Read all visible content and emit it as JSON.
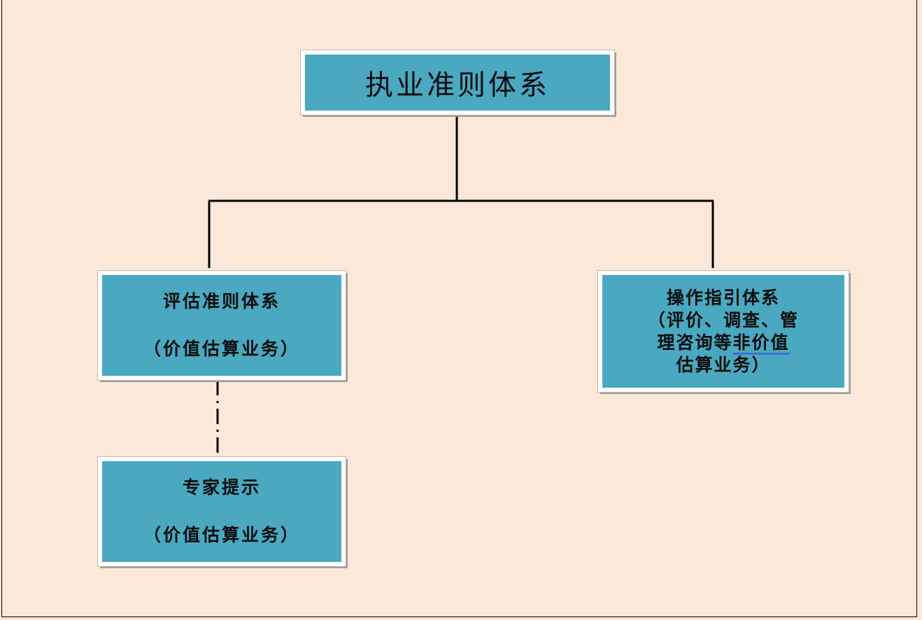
{
  "nodes": {
    "root": {
      "label": "执业准则体系"
    },
    "eval": {
      "line1": "评估准则体系",
      "line2": "（价值估算业务）"
    },
    "guide": {
      "line1": "操作指引体系",
      "line2": "（评价、调查、管",
      "line3_prefix": "理咨询等",
      "line3_underlined": "非价值",
      "line4": "估算业务）"
    },
    "tips": {
      "line1": "专家提示",
      "line2": "（价值估算业务）"
    }
  },
  "colors": {
    "background": "#fce8d8",
    "node_fill": "#4aa8c0",
    "connector": "#000000",
    "underline": "#3d6fd6"
  }
}
